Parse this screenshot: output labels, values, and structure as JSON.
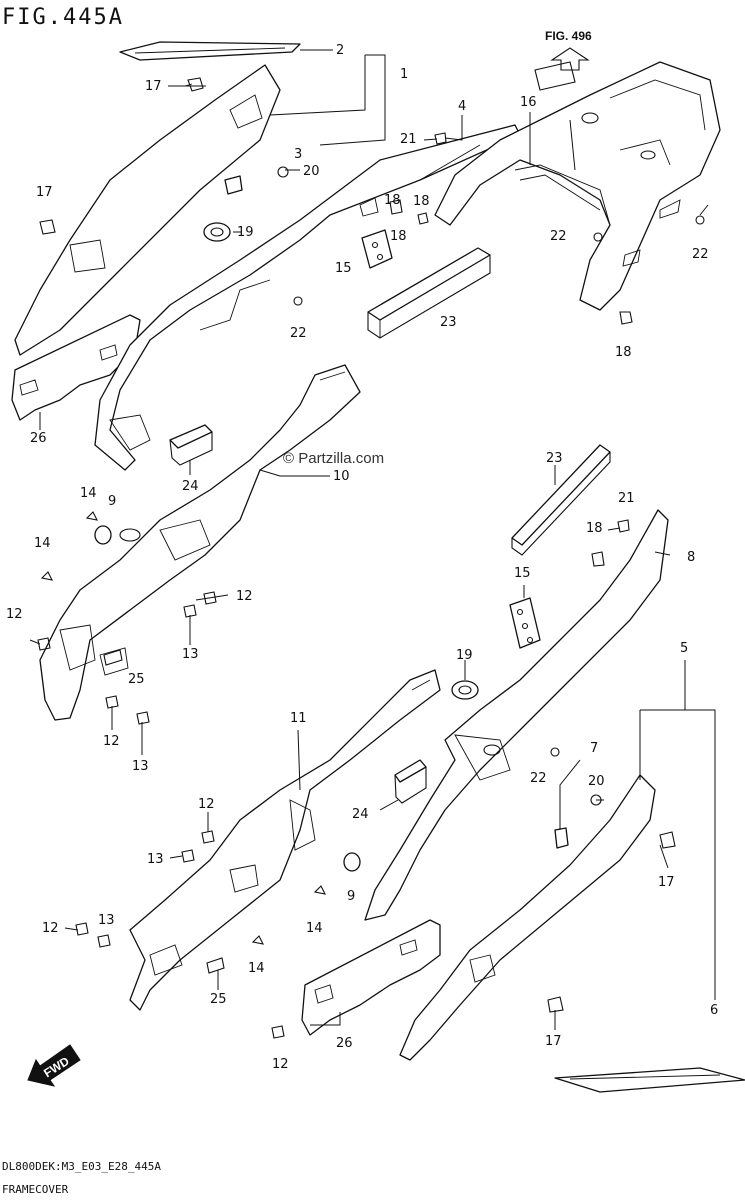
{
  "figure": {
    "title": "FIG.445A",
    "reference": "FIG. 496",
    "watermark": "© Partzilla.com"
  },
  "footer": {
    "model_code": "DL800DEK:M3_E03_E28_445A",
    "section_name": "FRAMECOVER"
  },
  "direction_label": "FWD",
  "callouts": [
    "1",
    "2",
    "3",
    "4",
    "5",
    "6",
    "7",
    "8",
    "9",
    "10",
    "11",
    "12",
    "13",
    "14",
    "15",
    "16",
    "17",
    "18",
    "19",
    "20",
    "21",
    "22",
    "23",
    "24",
    "25",
    "26"
  ]
}
